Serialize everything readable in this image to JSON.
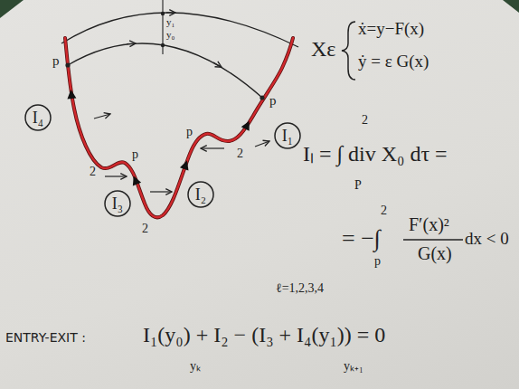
{
  "diagram": {
    "nodes": [
      {
        "text": [
          "I₄"
        ]
      },
      {
        "text": [
          "I₁"
        ]
      },
      {
        "text": [
          "I₂"
        ]
      },
      {
        "text": [
          "I₃"
        ]
      }
    ],
    "labels": [
      "y₁",
      "y₀",
      "p",
      "p",
      "2",
      "p",
      "p",
      "2",
      "2",
      "Xε",
      "ẋ=y−F(x)",
      "ẏ = ε G(x)",
      "Iₗ = ∫ div X₀ dτ =",
      "2",
      "P",
      "2",
      "p",
      "= −∫",
      "F′(x)²",
      "G(x)",
      "dx < 0",
      "ℓ=1,2,3,4",
      "ENTRY-EXIT :",
      "I₁(y₀) + I₂ − (I₃ + I₄(y₁)) = 0",
      "yₖ",
      "yₖ₊₁"
    ]
  }
}
